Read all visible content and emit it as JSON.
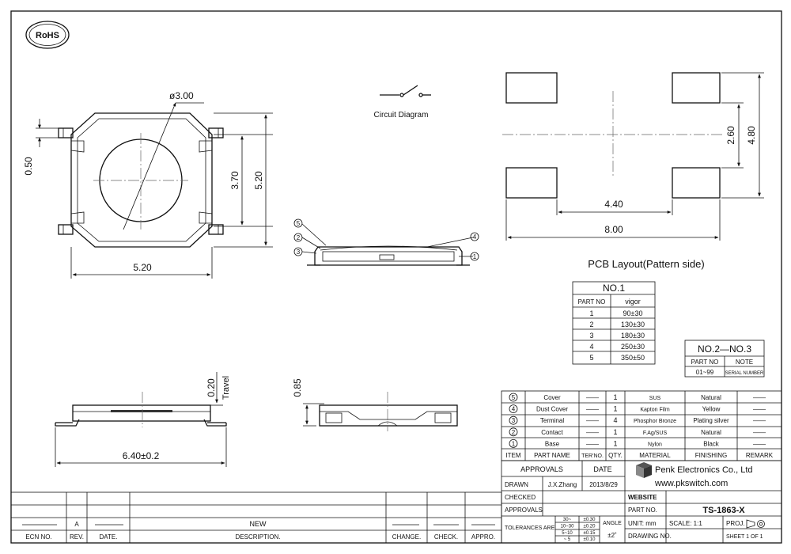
{
  "rohs": {
    "label": "RoHS"
  },
  "top_view": {
    "dia": "ø3.00",
    "w": "5.20",
    "h_inner": "3.70",
    "h_outer": "5.20",
    "pin": "0.50"
  },
  "circuit": {
    "label": "Circuit Diagram"
  },
  "pcb": {
    "caption": "PCB Layout(Pattern side)",
    "d_inner_w": "4.40",
    "d_outer_w": "8.00",
    "d_inner_h": "2.60",
    "d_outer_h": "4.80"
  },
  "callouts": [
    "5",
    "2",
    "3",
    "4",
    "1"
  ],
  "side_view": {
    "width": "6.40±0.2",
    "travel_val": "0.20",
    "travel_label": "Travel",
    "height": "0.85"
  },
  "force_table": {
    "title": "NO.1",
    "headers": [
      "PART NO",
      "vigor"
    ],
    "rows": [
      [
        "1",
        "90±30"
      ],
      [
        "2",
        "130±30"
      ],
      [
        "3",
        "180±30"
      ],
      [
        "4",
        "250±30"
      ],
      [
        "5",
        "350±50"
      ]
    ]
  },
  "serial_table": {
    "title": "NO.2—NO.3",
    "headers": [
      "PART NO",
      "NOTE"
    ],
    "row": [
      "01~99",
      "SERIAL NUMBER"
    ]
  },
  "bom": {
    "rows": [
      {
        "item": "5",
        "name": "Cover",
        "ter": "——",
        "qty": "1",
        "material": "SUS",
        "finishing": "Natural",
        "remark": "——"
      },
      {
        "item": "4",
        "name": "Dust Cover",
        "ter": "——",
        "qty": "1",
        "material": "Kapton Film",
        "finishing": "Yellow",
        "remark": "——"
      },
      {
        "item": "3",
        "name": "Terminal",
        "ter": "——",
        "qty": "4",
        "material": "Phosphor Bronze",
        "finishing": "Plating silver",
        "remark": "——"
      },
      {
        "item": "2",
        "name": "Contact",
        "ter": "——",
        "qty": "1",
        "material": "F.Ag/SUS",
        "finishing": "Natural",
        "remark": "——"
      },
      {
        "item": "1",
        "name": "Base",
        "ter": "——",
        "qty": "1",
        "material": "Nylon",
        "finishing": "Black",
        "remark": "——"
      }
    ],
    "headers": [
      "ITEM",
      "PART NAME",
      "TER'NO.",
      "QTY.",
      "MATERIAL",
      "FINISHING",
      "REMARK"
    ]
  },
  "title_block": {
    "approvals": "APPROVALS",
    "date": "DATE",
    "drawn": "DRAWN",
    "drawn_by": "J.X.Zhang",
    "drawn_date": "2013/8/29",
    "checked": "CHECKED",
    "approvals_row": "APPROVALS",
    "company": "Penk Electronics Co., Ltd",
    "url": "www.pkswitch.com",
    "website": "WEBSITE",
    "part_no_label": "PART NO.",
    "part_no": "TS-1863-X",
    "tolerances": "TOLERANCES ARE",
    "tol_ranges": [
      "30~",
      "10~30",
      "5~10",
      "~ 5"
    ],
    "tol_values": [
      "±0.30",
      "±0.20",
      "±0.15",
      "±0.10"
    ],
    "angle": "ANGLE",
    "angle_val": "±2˚",
    "unit": "UNIT: mm",
    "scale": "SCALE: 1:1",
    "proj": "PROJ.",
    "drawing_no": "DRAWING NO.",
    "sheet": "SHEET 1 OF 1"
  },
  "revision": {
    "rev": "A",
    "new": "NEW",
    "headers": [
      "ECN NO.",
      "REV.",
      "DATE.",
      "DESCRIPTION.",
      "CHANGE.",
      "CHECK.",
      "APPRO."
    ]
  }
}
